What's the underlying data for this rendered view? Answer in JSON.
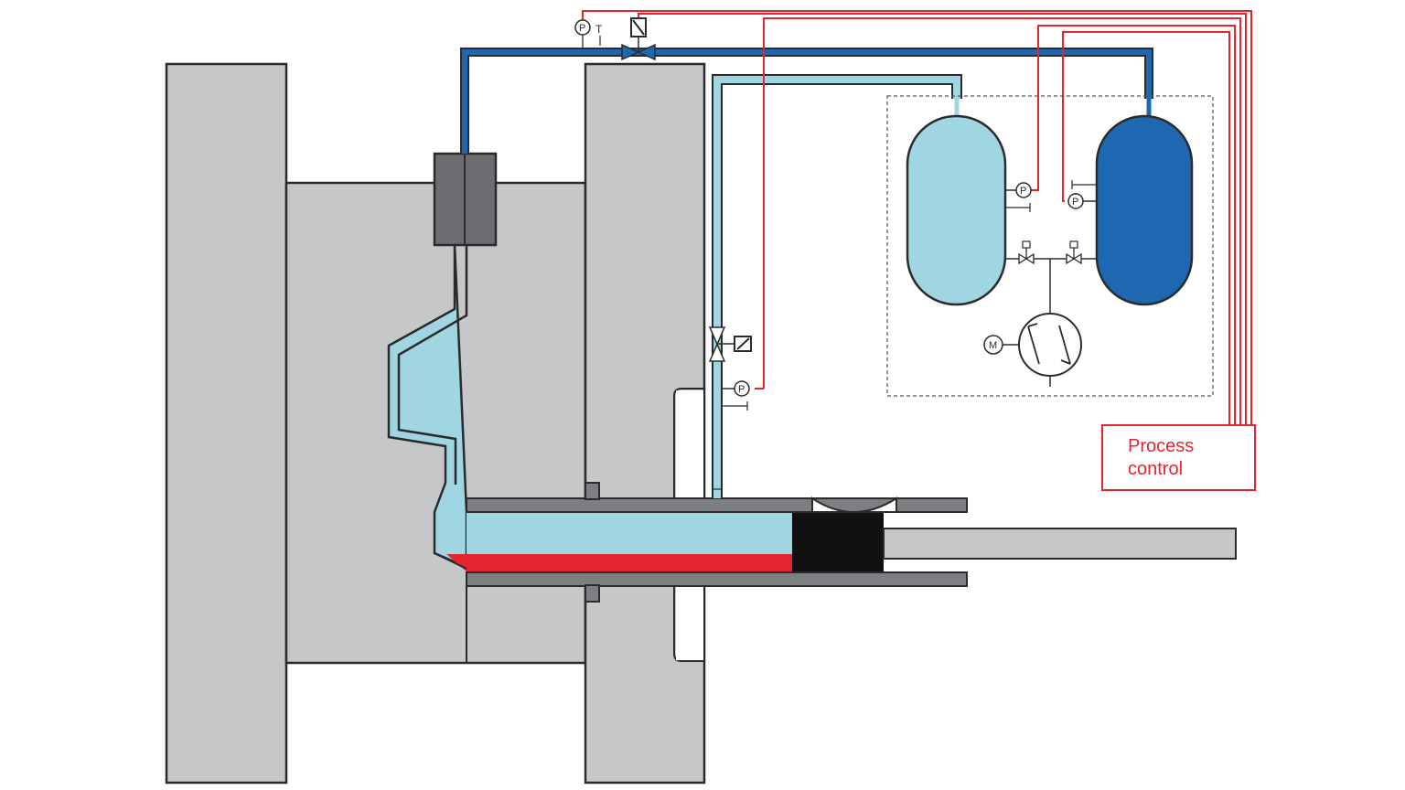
{
  "labels": {
    "process_control_line1": "Process",
    "process_control_line2": "control",
    "gauge_p": "P",
    "gauge_t": "T",
    "motor": "M"
  },
  "colors": {
    "mold_gray": "#c6c7c9",
    "dark_gray": "#6b6d70",
    "channel_gray": "#7d7f82",
    "light_blue": "#9fd6e2",
    "dark_blue": "#1d68b0",
    "melt_red": "#e3262d",
    "signal_red": "#e3262d",
    "piston_black": "#111111",
    "outline": "#2b2b2b"
  }
}
